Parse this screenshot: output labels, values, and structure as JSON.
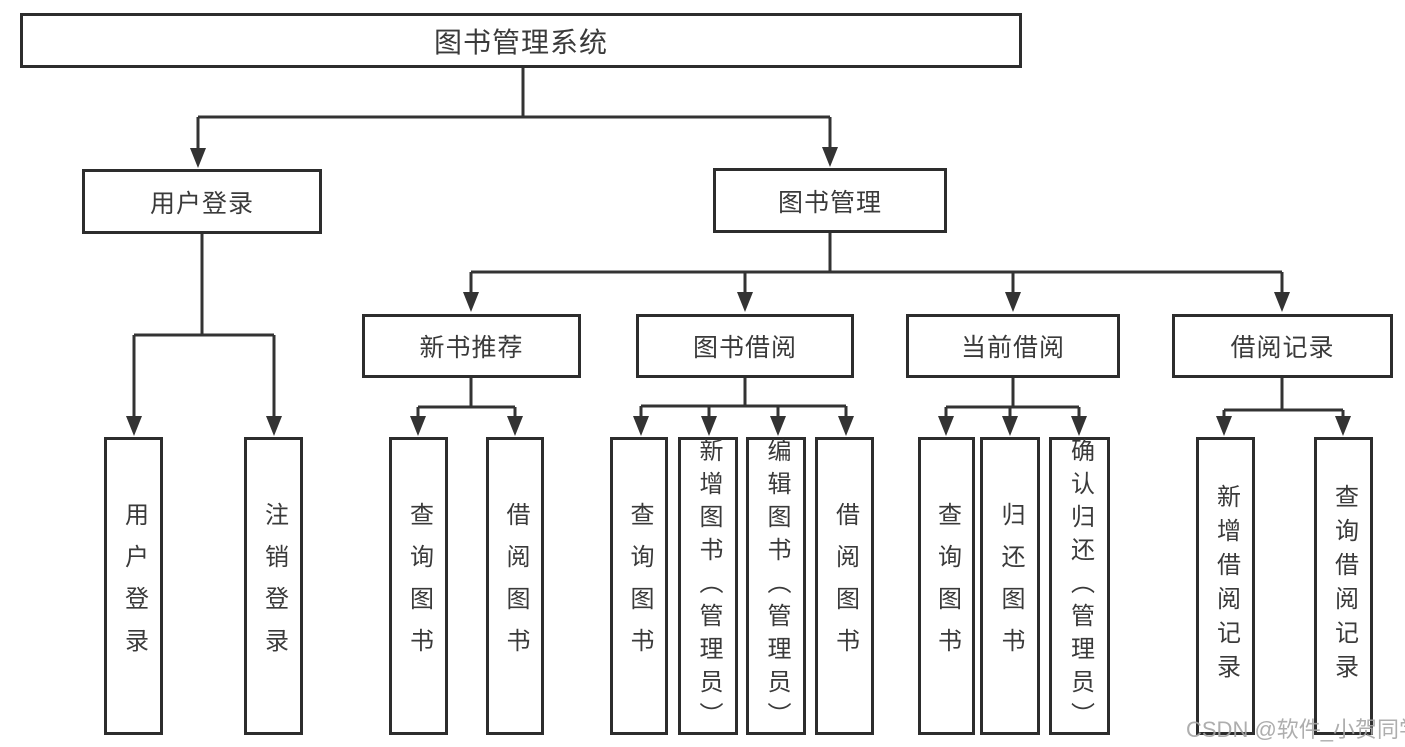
{
  "tree": {
    "root": {
      "label": "图书管理系统"
    },
    "branches": [
      {
        "label": "用户登录",
        "children": [
          {
            "label": "用户登录"
          },
          {
            "label": "注销登录"
          }
        ]
      },
      {
        "label": "图书管理",
        "children": [
          {
            "label": "新书推荐",
            "children": [
              {
                "label": "查询图书"
              },
              {
                "label": "借阅图书"
              }
            ]
          },
          {
            "label": "图书借阅",
            "children": [
              {
                "label": "查询图书"
              },
              {
                "label": "新增图书（管理员）"
              },
              {
                "label": "编辑图书（管理员）"
              },
              {
                "label": "借阅图书"
              }
            ]
          },
          {
            "label": "当前借阅",
            "children": [
              {
                "label": "查询图书"
              },
              {
                "label": "归还图书"
              },
              {
                "label": "确认归还（管理员）"
              }
            ]
          },
          {
            "label": "借阅记录",
            "children": [
              {
                "label": "新增借阅记录"
              },
              {
                "label": "查询借阅记录"
              }
            ]
          }
        ]
      }
    ]
  },
  "watermark": {
    "text": "CSDN @软件_小贺同学"
  },
  "colors": {
    "line": "#333333",
    "box_border": "#2d2d2d",
    "text": "#3a3a3a",
    "watermark": "#a5a5a5",
    "background": "#ffffff"
  }
}
